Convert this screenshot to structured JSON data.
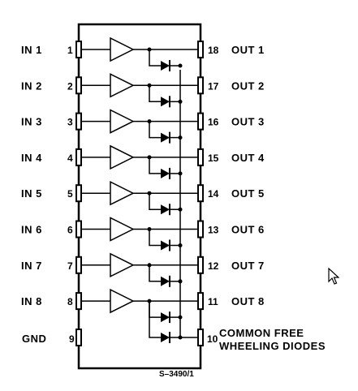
{
  "inputs": [
    {
      "label": "IN  1",
      "pin": "1"
    },
    {
      "label": "IN  2",
      "pin": "2"
    },
    {
      "label": "IN  3",
      "pin": "3"
    },
    {
      "label": "IN  4",
      "pin": "4"
    },
    {
      "label": "IN  5",
      "pin": "5"
    },
    {
      "label": "IN  6",
      "pin": "6"
    },
    {
      "label": "IN  7",
      "pin": "7"
    },
    {
      "label": "IN  8",
      "pin": "8"
    }
  ],
  "outputs": [
    {
      "label": "OUT  1",
      "pin": "18"
    },
    {
      "label": "OUT  2",
      "pin": "17"
    },
    {
      "label": "OUT  3",
      "pin": "16"
    },
    {
      "label": "OUT  4",
      "pin": "15"
    },
    {
      "label": "OUT  5",
      "pin": "14"
    },
    {
      "label": "OUT  6",
      "pin": "13"
    },
    {
      "label": "OUT  7",
      "pin": "12"
    },
    {
      "label": "OUT  8",
      "pin": "11"
    }
  ],
  "gnd": {
    "label": "GND",
    "pin": "9"
  },
  "common": {
    "pin": "10",
    "line1": "COMMON  FREE",
    "line2": "WHEELING DIODES"
  },
  "reference": "S–3490/1",
  "icons": {
    "cursor": "mouse-pointer-icon"
  },
  "colors": {
    "ink": "#000000",
    "background": "#ffffff"
  }
}
